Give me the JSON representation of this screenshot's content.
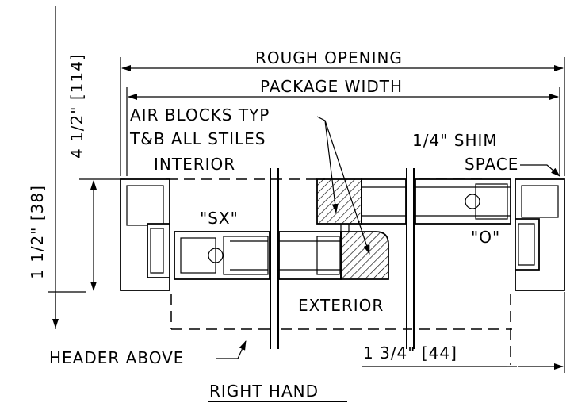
{
  "dimensions": {
    "rough_opening": "ROUGH  OPENING",
    "package_width": "PACKAGE  WIDTH",
    "vertical_top": "4  1/2\"  [114]",
    "vertical_left": "1  1/2\"  [38]",
    "bottom_right": "1  3/4\"  [44]"
  },
  "notes": {
    "air_blocks_line1": "AIR  BLOCKS  TYP",
    "air_blocks_line2": "T&B  ALL  STILES",
    "interior": "INTERIOR",
    "shim_line1": "1/4\"  SHIM",
    "shim_line2": "SPACE",
    "exterior": "EXTERIOR",
    "header_above": "HEADER  ABOVE"
  },
  "panels": {
    "sliding": "\"SX\"",
    "fixed": "\"O\""
  },
  "footer": {
    "view_title": "RIGHT  HAND"
  }
}
